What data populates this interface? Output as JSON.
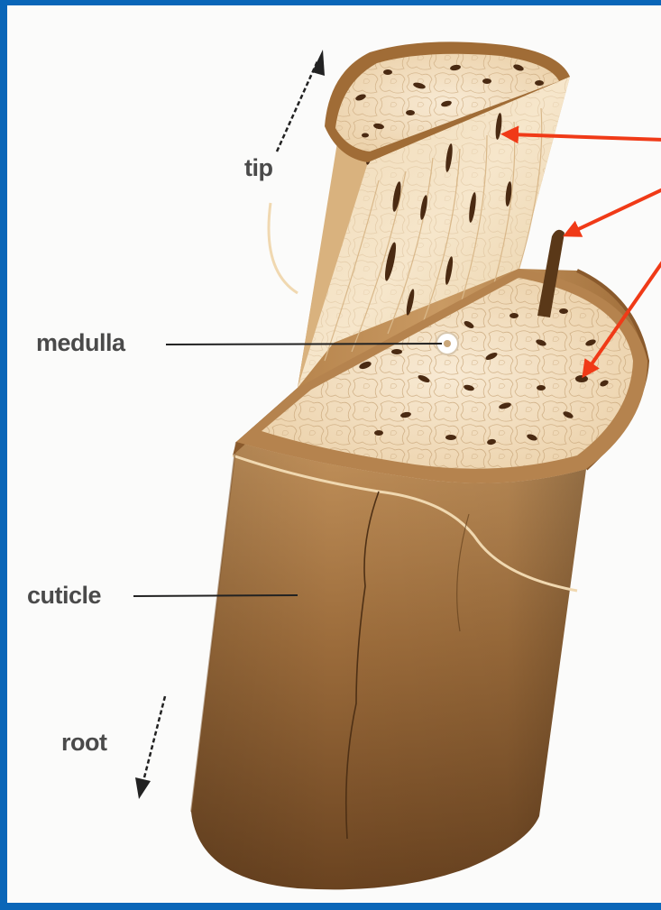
{
  "labels": {
    "tip": "tip",
    "medulla": "medulla",
    "cuticle": "cuticle",
    "root": "root"
  },
  "colors": {
    "frame": "#0a66b8",
    "background": "#fbfbfa",
    "cuticle_light": "#b5834e",
    "cuticle_dark": "#6a4320",
    "cortex": "#eed7b4",
    "arrow_red": "#f03a17",
    "label_gray": "#4a4a4a"
  }
}
